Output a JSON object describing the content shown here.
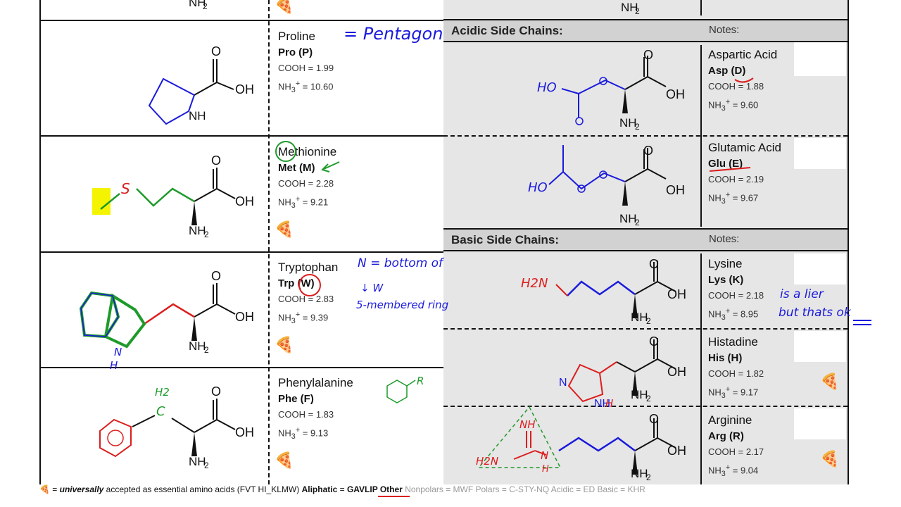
{
  "top_partial": {
    "nh2": "NH2"
  },
  "molecule_text": {
    "O": "O",
    "OH": "OH",
    "NH2": "NH",
    "sub2": "2",
    "NH": "NH",
    "N": "N",
    "H": "H"
  },
  "amino_acids": [
    {
      "name": "Proline",
      "abbr": "Pro (P)",
      "cooh": "COOH = 1.99",
      "nh3_prefix": "NH",
      "nh3_value": " = 10.60"
    },
    {
      "name": "Methionine",
      "abbr": "Met (M)",
      "cooh": "COOH = 2.28",
      "nh3_prefix": "NH",
      "nh3_value": " = 9.21"
    },
    {
      "name": "Tryptophan",
      "abbr": "Trp (W)",
      "cooh": "COOH = 2.83",
      "nh3_prefix": "NH",
      "nh3_value": " = 9.39"
    },
    {
      "name": "Phenylalanine",
      "abbr": "Phe (F)",
      "cooh": "COOH = 1.83",
      "nh3_prefix": "NH",
      "nh3_value": " = 9.13"
    },
    {
      "name": "Aspartic Acid",
      "abbr": "Asp (D)",
      "cooh": "COOH = 1.88",
      "nh3_prefix": "NH",
      "nh3_value": " = 9.60"
    },
    {
      "name": "Glutamic Acid",
      "abbr": "Glu (E)",
      "cooh": "COOH = 2.19",
      "nh3_prefix": "NH",
      "nh3_value": " = 9.67"
    },
    {
      "name": "Lysine",
      "abbr": "Lys (K)",
      "cooh": "COOH = 2.18",
      "nh3_prefix": "NH",
      "nh3_value": " = 8.95"
    },
    {
      "name": "Histadine",
      "abbr": "His (H)",
      "cooh": "COOH = 1.82",
      "nh3_prefix": "NH",
      "nh3_value": " = 9.17"
    },
    {
      "name": "Arginine",
      "abbr": "Arg (R)",
      "cooh": "COOH = 2.17",
      "nh3_prefix": "NH",
      "nh3_value": " = 9.04"
    }
  ],
  "sub3": "3",
  "sup_plus": "+",
  "sections": [
    {
      "title": "Acidic Side Chains:",
      "notes": "Notes:"
    },
    {
      "title": "Basic Side Chains:",
      "notes": "Notes:"
    }
  ],
  "essential_icon": "pizza-icon",
  "pizza_glyph": "🍕",
  "handwriting": {
    "pentagon": "= Pentagon",
    "trp_note_1": "N = bottom of",
    "trp_note_2": "↓      W",
    "trp_note_3": "5-membered ring",
    "lys_note_1": "is a lier",
    "lys_note_2": "but thats ok",
    "phe_H2": "H2",
    "phe_C": "C",
    "ring_R": "R",
    "S": "S",
    "HO": "HO",
    "H2N": "H2N",
    "NH": "NH",
    "N": "N",
    "H": "H"
  },
  "footer": {
    "part1": " = ",
    "universally": "universally",
    "part2": " accepted as essential amino acids (FVT HI_KLMW)  ",
    "aliphatic_label": "Aliphatic",
    "aliphatic_eq": " = ",
    "aliphatic_value": "GAVLIP",
    "other_label": "  Other ",
    "faded": "Nonpolars = MWF    Polars = C-STY-NQ    Acidic = ED    Basic = KHR"
  },
  "colors": {
    "blue": "#1a1adc",
    "green": "#1e9a2a",
    "red": "#dc1e1e",
    "highlight": "#f4f400",
    "panel": "#e6e6e6",
    "header": "#d2d2d2"
  }
}
